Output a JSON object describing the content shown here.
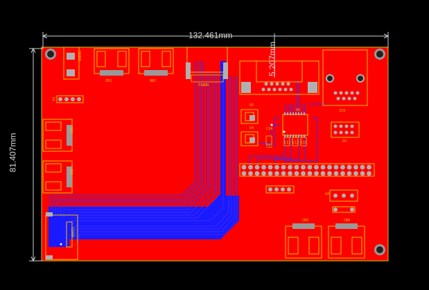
{
  "colors": {
    "background": "#000000",
    "board": "#ff0000",
    "bottom_copper": "#1a1aff",
    "silkscreen": "#f0c000",
    "pad": "#b0b0b0",
    "dimension": "#d0d0d0",
    "via_ring": "#b0b0b0"
  },
  "dimensions": {
    "width_label": "132.461mm",
    "height_label": "81.407mm",
    "small_label": "5.207mm"
  },
  "designators": {
    "cn2": "CN2",
    "cn6": "CN6",
    "hdmi2": "HDMI2",
    "rj1": "RJ1",
    "h1": "H1",
    "cn1": "CN1",
    "cn5": "CN5",
    "u5": "U5",
    "u4": "U4",
    "u1": "U1",
    "u2": "U2",
    "c12": "C12",
    "c13": "C13",
    "c11": "C11",
    "c15": "C15",
    "c14": "C14",
    "cn3": "CN3",
    "cn4": "CN4",
    "hdmi1": "HDMI1",
    "audio": "AUDIO",
    "g4": "G4"
  }
}
